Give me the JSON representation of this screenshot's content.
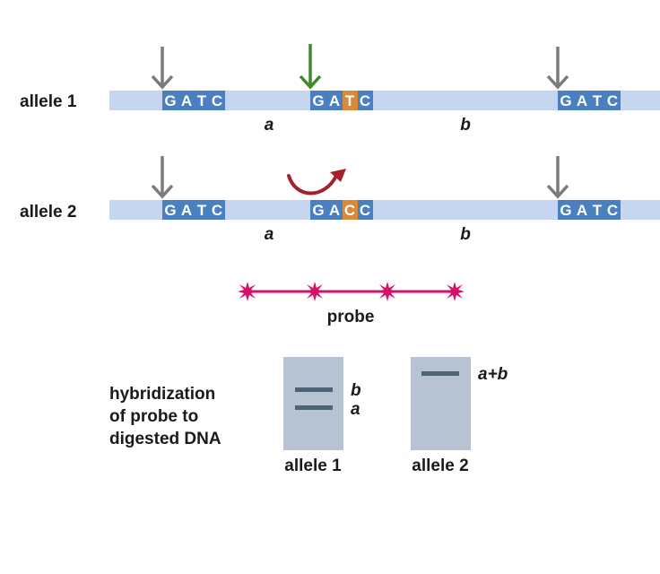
{
  "colors": {
    "strand": "#c7d6f0",
    "site_box": "#4a7fc0",
    "mutated_base": "#d9893a",
    "arrow_gray": "#7b7b7b",
    "arrow_green": "#3f8a2e",
    "curved_arrow": "#a4202a",
    "probe": "#d6116b",
    "gel": "#b8c3d1",
    "band": "#4d6475"
  },
  "allele1": {
    "label": "allele 1",
    "site1": [
      "G",
      "A",
      "T",
      "C"
    ],
    "site2": [
      "G",
      "A",
      "T",
      "C"
    ],
    "site3": [
      "G",
      "A",
      "T",
      "C"
    ],
    "frag_a": "a",
    "frag_b": "b"
  },
  "allele2": {
    "label": "allele 2",
    "site1": [
      "G",
      "A",
      "T",
      "C"
    ],
    "site2": [
      "G",
      "A",
      "C",
      "C"
    ],
    "site3": [
      "G",
      "A",
      "T",
      "C"
    ],
    "frag_a": "a",
    "frag_b": "b"
  },
  "probe": {
    "label": "probe"
  },
  "hybridization": {
    "caption_lines": [
      "hybridization",
      "of probe to",
      "digested DNA"
    ]
  },
  "gel": {
    "lane1": {
      "label": "allele 1",
      "band_labels": [
        "b",
        "a"
      ]
    },
    "lane2": {
      "label": "allele 2",
      "band_labels": [
        "a+b"
      ]
    }
  }
}
